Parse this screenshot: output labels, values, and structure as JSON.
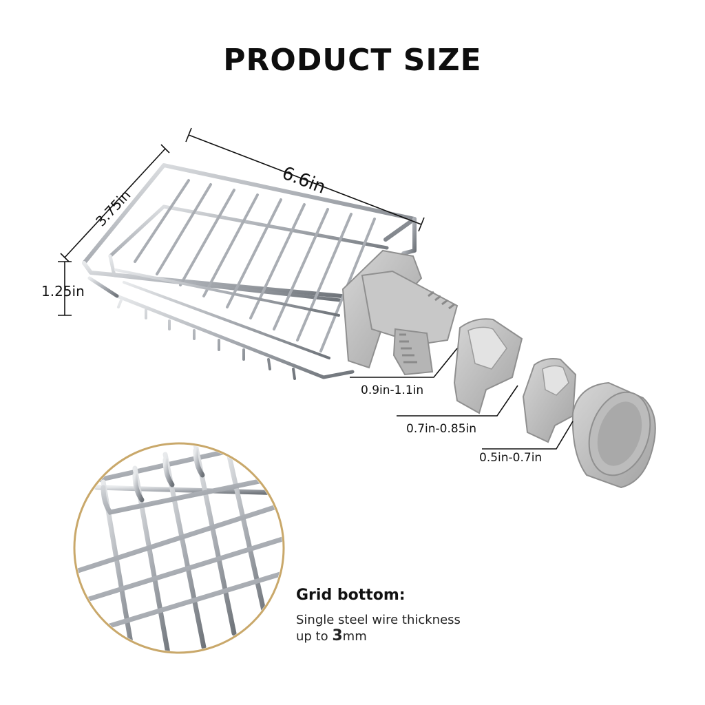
{
  "title": "PRODUCT SIZE",
  "dimensions": {
    "length": "6.6in",
    "width": "3.75in",
    "height": "1.25in",
    "clip_large": "0.9in-1.1in",
    "clip_medium": "0.7in-0.85in",
    "clip_small": "0.5in-0.7in"
  },
  "caption": {
    "heading": "Grid bottom:",
    "line1": "Single steel wire thickness",
    "line2_prefix": "up to ",
    "line2_value": "3",
    "line2_unit": "mm"
  },
  "colors": {
    "steel": "#b8bcc2",
    "steel_dark": "#7d8288",
    "plastic": "#bdbdbd",
    "ring": "#c9a86a"
  },
  "icons": [
    "steel-basket-icon",
    "faucet-clamp-icon",
    "adapter-sleeve-icon",
    "end-cap-icon",
    "grid-closeup-icon"
  ]
}
